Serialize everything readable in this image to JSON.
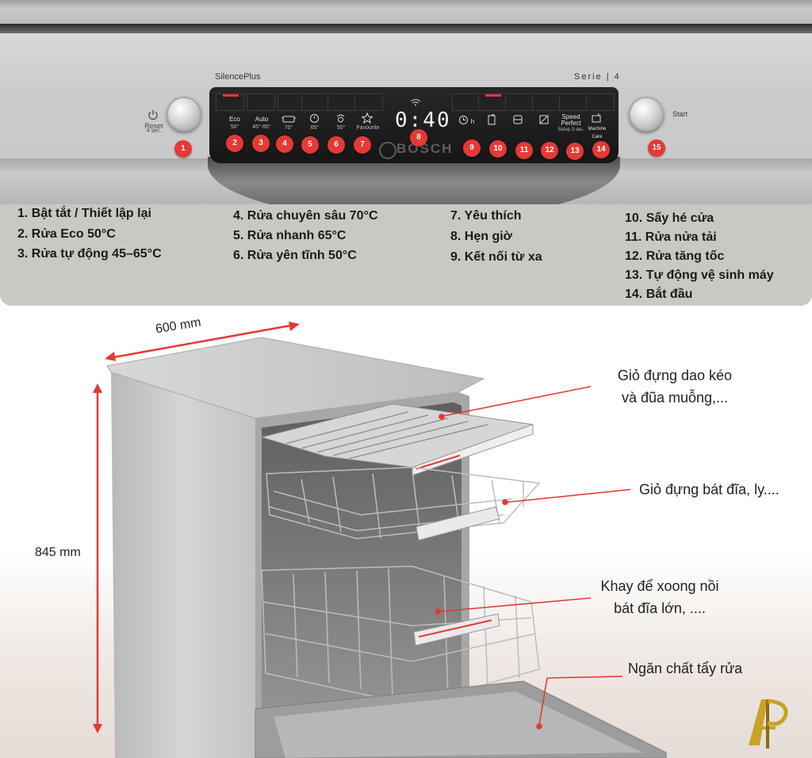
{
  "panel": {
    "brand_left": "SilencePlus",
    "brand_right": "Serie | 4",
    "reset_label": "Reset",
    "reset_sub": "4 sec.",
    "start_label": "Start",
    "display_time": "0:40",
    "logo_text": "BOSCH",
    "programs_left": [
      {
        "name": "Eco",
        "sub": "50°"
      },
      {
        "name": "Auto",
        "sub": "45°-65°"
      },
      {
        "name": "",
        "sub": "70°"
      },
      {
        "name": "",
        "sub": "65°"
      },
      {
        "name": "",
        "sub": "50°"
      },
      {
        "name": "",
        "sub": "Favourite"
      }
    ],
    "programs_right": [
      {
        "name": "",
        "sub": "h"
      },
      {
        "name": "",
        "sub": ""
      },
      {
        "name": "",
        "sub": ""
      },
      {
        "name": "",
        "sub": "½"
      },
      {
        "name": "Speed Perfect",
        "sub": "Setup 3 sec."
      },
      {
        "name": "",
        "sub": "Machine Care"
      }
    ],
    "badges": [
      "1",
      "2",
      "3",
      "4",
      "5",
      "6",
      "7",
      "8",
      "9",
      "10",
      "11",
      "12",
      "13",
      "14",
      "15"
    ],
    "icons": [
      "power-icon",
      "eco-icon",
      "auto-icon",
      "pot-icon",
      "clock-fast-icon",
      "quiet-icon",
      "star-icon",
      "wifi-icon",
      "timer-icon",
      "door-icon",
      "half-load-icon",
      "half-icon",
      "speed-icon",
      "machine-care-icon"
    ],
    "accent_color": "#e53935"
  },
  "legend": {
    "col1": [
      "1. Bật tắt / Thiết lập lại",
      "2. Rửa Eco 50°C",
      "3. Rửa tự động 45–65°C"
    ],
    "col2": [
      "4. Rửa chuyên sâu 70°C",
      "5. Rửa nhanh 65°C",
      "6. Rửa yên tĩnh 50°C"
    ],
    "col3": [
      "7. Yêu thích",
      "8. Hẹn giờ",
      "9. Kết nối từ xa"
    ],
    "col4": [
      "10. Sấy hé cửa",
      "11. Rửa nửa tải",
      "12. Rửa tăng tốc",
      "13. Tự động vệ sinh máy",
      "14. Bắt đầu"
    ]
  },
  "dimensions": {
    "width": "600 mm",
    "height": "845 mm"
  },
  "callouts": {
    "cutlery_1": "Giỏ đựng dao kéo",
    "cutlery_2": "và đũa muỗng,...",
    "upper": "Giỏ đựng bát đĩa, ly....",
    "lower_1": "Khay để xoong nồi",
    "lower_2": "bát đĩa lớn, ....",
    "detergent": "Ngăn chất tẩy rửa"
  },
  "logo_letters": "AP"
}
